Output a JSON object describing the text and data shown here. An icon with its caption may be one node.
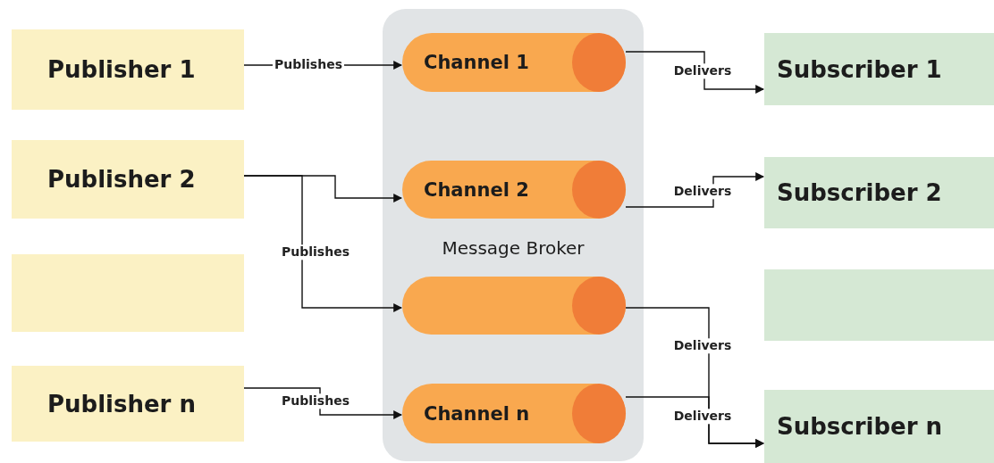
{
  "diagram": {
    "nodes": [
      {
        "text": [
          "Publisher 1"
        ]
      },
      {
        "text": [
          "Publisher 2"
        ]
      },
      {
        "text": [],
        "shape": "box"
      },
      {
        "text": [
          "Publisher n"
        ]
      },
      {
        "text": [
          "Message Broker"
        ]
      },
      {
        "text": [
          "Channel 1"
        ],
        "in": 4
      },
      {
        "text": [
          "Channel 2"
        ],
        "in": 4
      },
      {
        "text": [],
        "shape": "cylinder",
        "in": 4
      },
      {
        "text": [
          "Channel n"
        ],
        "in": 4
      },
      {
        "text": [
          "Subscriber 1"
        ]
      },
      {
        "text": [
          "Subscriber 2"
        ]
      },
      {
        "text": [],
        "shape": "box"
      },
      {
        "text": [
          "Subscriber n"
        ]
      }
    ],
    "edges": [
      {
        "from": 0,
        "to": 5,
        "arrow": "to",
        "label": "Publishes"
      },
      {
        "from": 1,
        "to": 6,
        "arrow": "to"
      },
      {
        "from": 1,
        "to": 7,
        "arrow": "to",
        "label": "Publishes"
      },
      {
        "from": 3,
        "to": 8,
        "arrow": "to",
        "label": "Publishes"
      },
      {
        "from": 5,
        "to": 9,
        "arrow": "to",
        "label": "Delivers"
      },
      {
        "from": 6,
        "to": 10,
        "arrow": "to",
        "label": "Delivers"
      },
      {
        "from": 7,
        "to": 12,
        "arrow": "to",
        "label": "Delivers"
      },
      {
        "from": 8,
        "to": 12,
        "arrow": "to",
        "label": "Delivers"
      }
    ]
  }
}
